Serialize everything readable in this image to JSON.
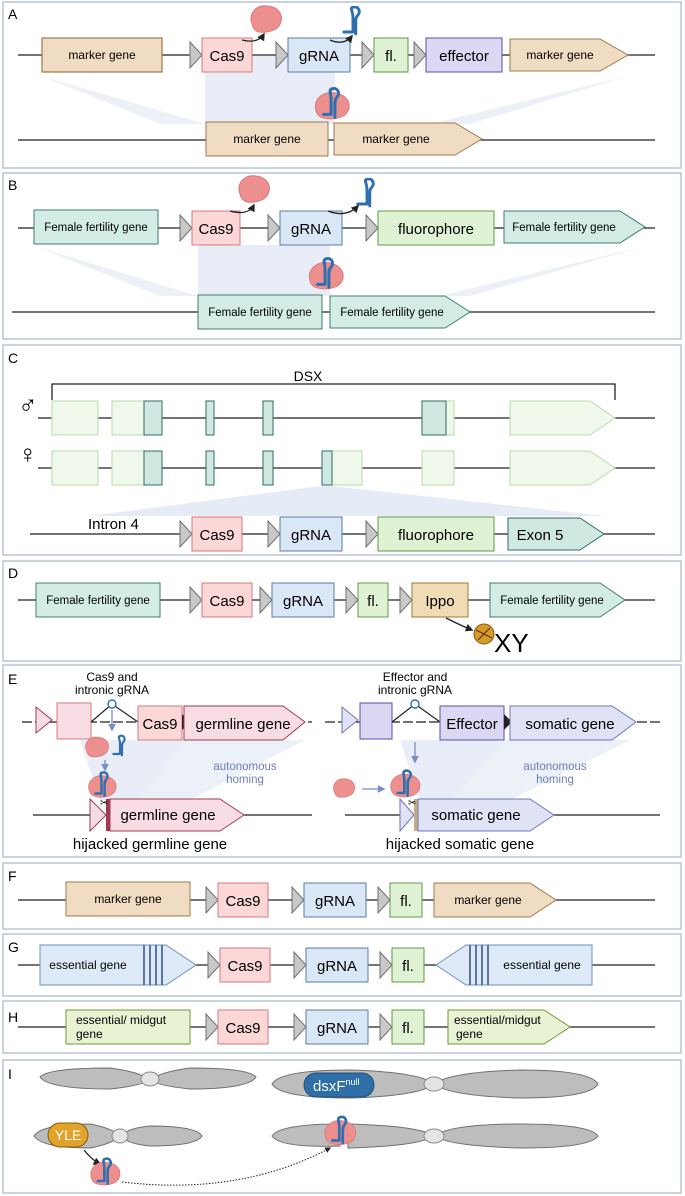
{
  "colors": {
    "panel_border": "#b8c6d6",
    "marker": "#f0dcc2",
    "marker_stroke": "#a0784c",
    "cas9": "#fbd7d7",
    "cas9_stroke": "#d77a7a",
    "grna": "#d9e7f7",
    "grna_stroke": "#5d7ca6",
    "fl": "#dff2d4",
    "fl_stroke": "#5f9a45",
    "effector": "#dcd7f3",
    "effector_stroke": "#5d4fa8",
    "teal": "#d4ece6",
    "teal_stroke": "#3f7e75",
    "ippo": "#f0dcb4",
    "ippo_stroke": "#a07a38",
    "germ": "#f7dde3",
    "germ_stroke": "#a23a52",
    "som": "#e0e3f6",
    "som_stroke": "#6e76b8",
    "ess": "#dfeaf8",
    "ess_stroke": "#6e8fc0",
    "mid": "#e9f3d4",
    "mid_stroke": "#6e9a3a",
    "promoter": "#c8c8c8",
    "promoter_stroke": "#707070",
    "exon_faint": "#f0f8ec",
    "exon_faint_stroke": "#b6dcaa",
    "exon_teal": "#cfe8e2",
    "exon_teal_stroke": "#2f6b63",
    "protein": "#ee8f8f",
    "rna": "#2f6fb0",
    "chrom": "#bdbdbd",
    "chrom_stroke": "#707070"
  },
  "icons": {
    "protein": "cas9-protein-icon",
    "grna": "grna-hairpin-icon",
    "chromosome": "chromosome-icon",
    "xy": "xy-shredding-icon",
    "scissors": "scissors-icon",
    "male": "male-symbol-icon",
    "female": "female-symbol-icon"
  },
  "panels": {
    "A": {
      "letter": "A",
      "marker_left": "marker gene",
      "cas9": "Cas9",
      "grna": "gRNA",
      "fl": "fl.",
      "effector": "effector",
      "marker_right": "marker gene",
      "target_left": "marker gene",
      "target_right": "marker gene"
    },
    "B": {
      "letter": "B",
      "fert_left": "Female fertility gene",
      "cas9": "Cas9",
      "grna": "gRNA",
      "fluorophore": "fluorophore",
      "fert_right": "Female fertility gene",
      "target_left": "Female fertility gene",
      "target_right": "Female fertility gene"
    },
    "C": {
      "letter": "C",
      "dsx": "DSX",
      "male_symbol": "♂",
      "female_symbol": "♀",
      "intron": "Intron 4",
      "cas9": "Cas9",
      "grna": "gRNA",
      "fluorophore": "fluorophore",
      "exon": "Exon 5"
    },
    "D": {
      "letter": "D",
      "fert_left": "Female fertility gene",
      "cas9": "Cas9",
      "grna": "gRNA",
      "fl": "fl.",
      "ippo": "Ippo",
      "fert_right": "Female fertility gene",
      "xy": "XY"
    },
    "E": {
      "letter": "E",
      "left_label_1": "Cas9 and",
      "left_label_2": "intronic gRNA",
      "left_cas9": "Cas9",
      "left_gene": "germline gene",
      "left_homing_1": "autonomous",
      "left_homing_2": "homing",
      "left_target_gene": "germline gene",
      "left_caption": "hijacked germline gene",
      "right_label_1": "Effector and",
      "right_label_2": "intronic gRNA",
      "right_effector": "Effector",
      "right_gene": "somatic  gene",
      "right_homing_1": "autonomous",
      "right_homing_2": "homing",
      "right_target_gene": "somatic gene",
      "right_caption": "hijacked somatic gene"
    },
    "F": {
      "letter": "F",
      "marker_left": "marker gene",
      "cas9": "Cas9",
      "grna": "gRNA",
      "fl": "fl.",
      "marker_right": "marker gene"
    },
    "G": {
      "letter": "G",
      "ess_left": "essential gene",
      "cas9": "Cas9",
      "grna": "gRNA",
      "fl": "fl.",
      "ess_right": "essential gene"
    },
    "H": {
      "letter": "H",
      "left_1": "essential/ midgut",
      "left_2": "gene",
      "cas9": "Cas9",
      "grna": "gRNA",
      "fl": "fl.",
      "right_1": "essential/midgut",
      "right_2": "gene"
    },
    "I": {
      "letter": "I",
      "dsx_label": "dsxF",
      "dsx_sup": "null",
      "yle": "YLE"
    }
  }
}
